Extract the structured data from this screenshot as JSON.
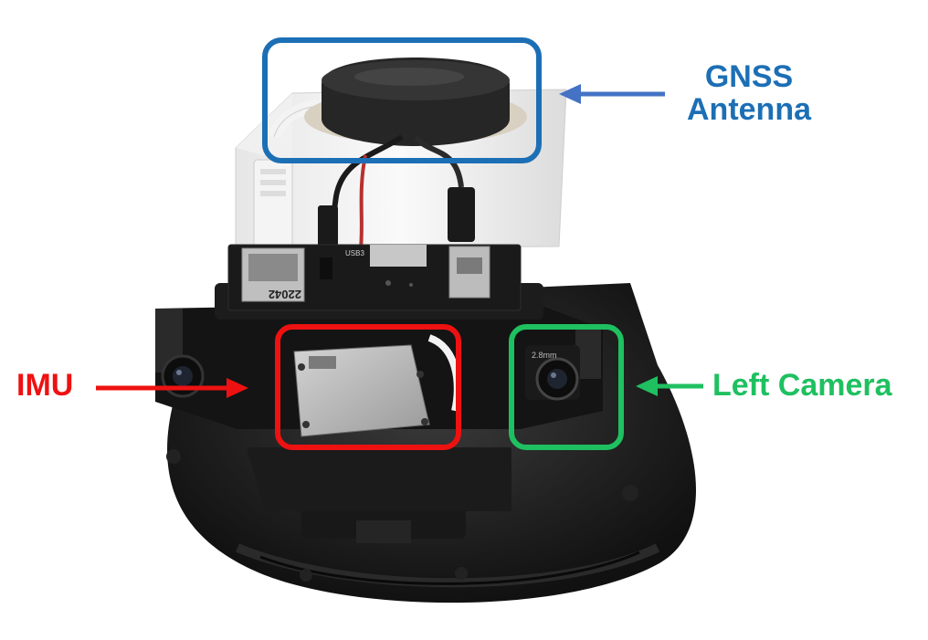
{
  "colors": {
    "gnss": "#1c6fb5",
    "gnss_arrow": "#4472c4",
    "imu": "#ee1111",
    "camera": "#1fc060"
  },
  "labels": {
    "gnss_line1": "GNSS",
    "gnss_line2": "Antenna",
    "imu": "IMU",
    "camera": "Left Camera"
  },
  "device": {
    "board_text": "22042",
    "usb_text": "USB3",
    "lens_text": "2.8mm"
  }
}
